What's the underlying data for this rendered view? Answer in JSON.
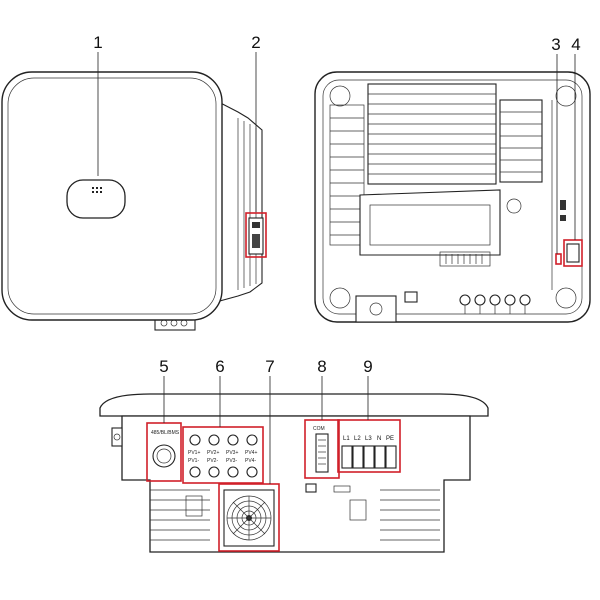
{
  "callouts": [
    {
      "id": "1",
      "label": "1"
    },
    {
      "id": "2",
      "label": "2"
    },
    {
      "id": "3",
      "label": "3"
    },
    {
      "id": "4",
      "label": "4"
    },
    {
      "id": "5",
      "label": "5"
    },
    {
      "id": "6",
      "label": "6"
    },
    {
      "id": "7",
      "label": "7"
    },
    {
      "id": "8",
      "label": "8"
    },
    {
      "id": "9",
      "label": "9"
    }
  ],
  "terminal_labels": {
    "comm_port": "485/BL/BMS",
    "pv1_plus": "PV1+",
    "pv2_plus": "PV2+",
    "pv3_plus": "PV3+",
    "pv4_plus": "PV4+",
    "pv1_minus": "PV1-",
    "pv2_minus": "PV2-",
    "pv3_minus": "PV3-",
    "pv4_minus": "PV4-",
    "com": "COM",
    "l1": "L1",
    "l2": "L2",
    "l3": "L3",
    "n": "N",
    "pe": "PE"
  },
  "colors": {
    "highlight": "#d0202a",
    "outline": "#222222",
    "background": "#ffffff"
  }
}
